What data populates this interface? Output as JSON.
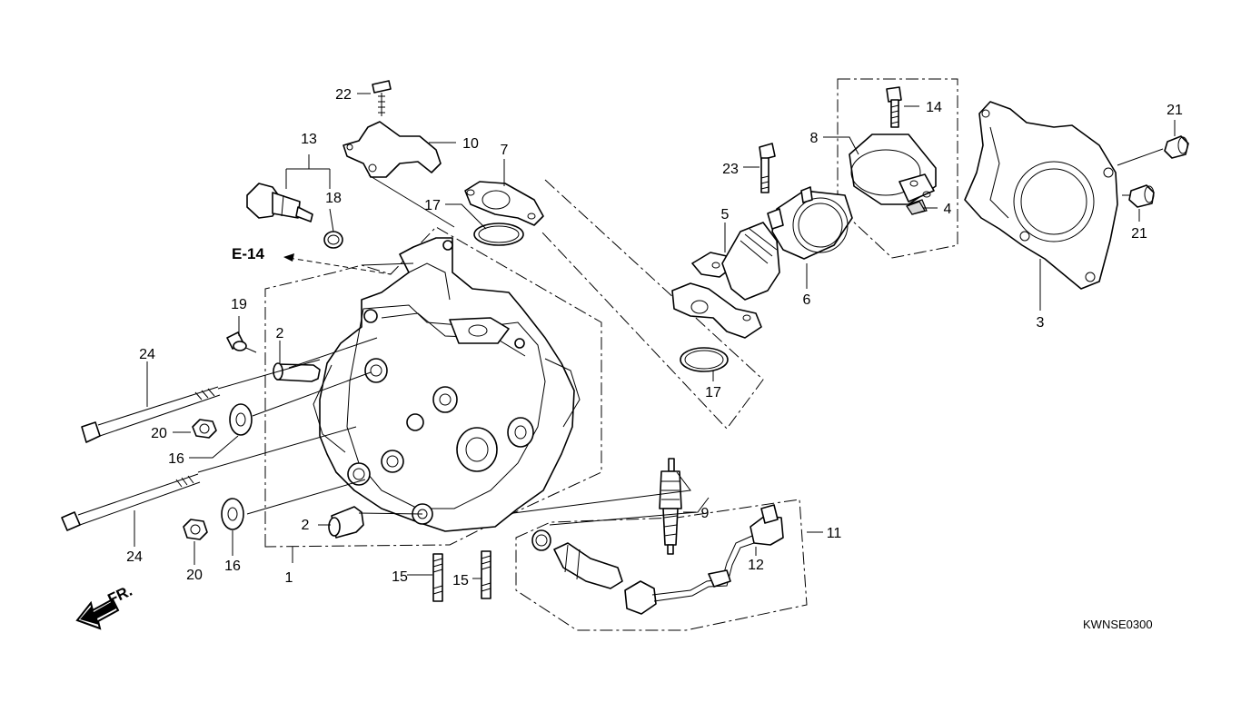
{
  "diagram": {
    "reference_code": "KWNSE0300",
    "ref_label": "E-14",
    "front_label": "FR.",
    "callouts": {
      "c1": "1",
      "c2a": "2",
      "c2b": "2",
      "c3": "3",
      "c4": "4",
      "c5": "5",
      "c6": "6",
      "c7": "7",
      "c8": "8",
      "c9": "9",
      "c10": "10",
      "c11": "11",
      "c12": "12",
      "c13": "13",
      "c14": "14",
      "c15a": "15",
      "c15b": "15",
      "c16a": "16",
      "c16b": "16",
      "c17a": "17",
      "c17b": "17",
      "c18": "18",
      "c19": "19",
      "c20a": "20",
      "c20b": "20",
      "c21a": "21",
      "c21b": "21",
      "c22": "22",
      "c23": "23",
      "c24a": "24",
      "c24b": "24"
    }
  }
}
